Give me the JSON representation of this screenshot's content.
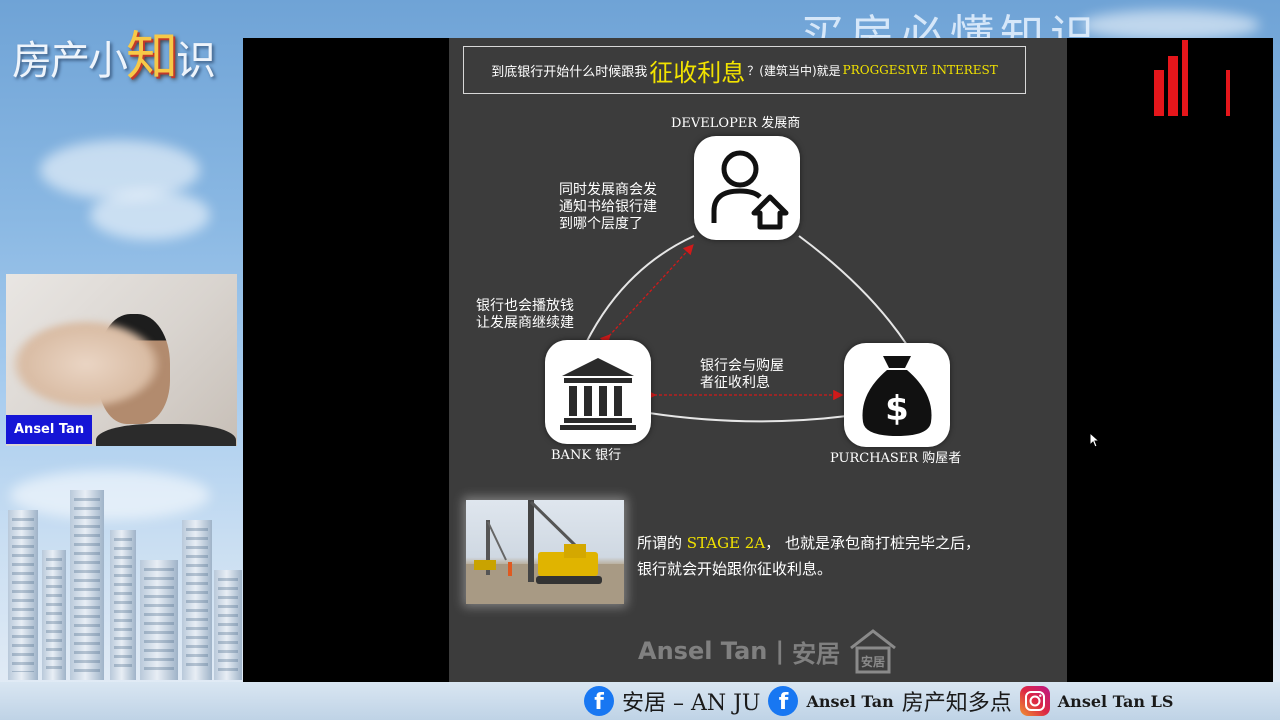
{
  "channel": {
    "title_part1": "房产小",
    "title_highlight": "知",
    "title_part2": "识",
    "top_right_text": "买房必懂知识"
  },
  "webcam": {
    "presenter_name": "Ansel Tan"
  },
  "slide": {
    "header": {
      "question": "到底银行开始什么时候跟我",
      "highlight": "征收利息",
      "suffix": "？(建筑当中)就是",
      "term": "PROGGESIVE INTEREST"
    },
    "developer": {
      "label": "DEVELOPER 发展商",
      "note_lines": [
        "同时发展商会发",
        "通知书给银行建",
        "到哪个层度了"
      ]
    },
    "bank": {
      "label": "BANK 银行",
      "note_lines": [
        "银行也会播放钱",
        "让发展商继续建"
      ]
    },
    "purchaser": {
      "label": "PURCHASER 购屋者",
      "note_lines": [
        "银行会与购屋",
        "者征收利息"
      ]
    },
    "stage": {
      "line1_prefix": "所谓的",
      "line1_highlight": "STAGE 2A",
      "line1_suffix": "，  也就是承包商打桩完毕之后，",
      "line2": "银行就会开始跟你征收利息。"
    },
    "watermark": {
      "name": "Ansel Tan",
      "separator": "|",
      "brand": "安居",
      "icon_text": "安居"
    }
  },
  "social_bar": {
    "fb1_label": "安居 – AN JU",
    "fb2_name": "Ansel Tan",
    "fb2_title": "房产知多点",
    "ig_label": "Ansel Tan LS"
  },
  "colors": {
    "accent_yellow": "#f1e200",
    "arrow_red": "#d11a1a",
    "name_tag_blue": "#1515d6"
  }
}
